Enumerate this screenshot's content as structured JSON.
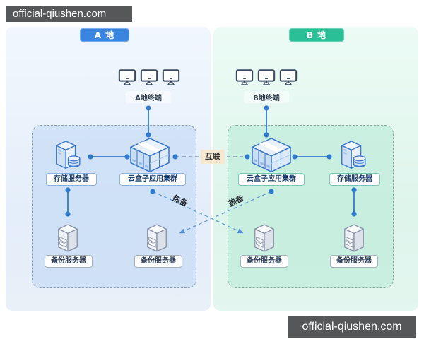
{
  "watermark": {
    "text": "official-qiushen.com"
  },
  "colors": {
    "site_a_accent": "#3a85e0",
    "site_b_accent": "#2abf94",
    "line_blue": "#2e7bd0",
    "hot_standby_line": "#69a2dd",
    "interconnect_line": "#909fb1",
    "interconnect_label_bg": "#f5e7d0",
    "watermark_bg": "#565759"
  },
  "site_a": {
    "badge": "A 地",
    "terminals_label": "A地终端",
    "cluster_label": "云盒子应用集群",
    "storage_label": "存储服务器",
    "backup1_label": "备份服务器",
    "backup2_label": "备份服务器"
  },
  "site_b": {
    "badge": "B 地",
    "terminals_label": "B地终端",
    "cluster_label": "云盒子应用集群",
    "storage_label": "存储服务器",
    "backup1_label": "备份服务器",
    "backup2_label": "备份服务器"
  },
  "connections": {
    "interconnect": "互联",
    "hot_standby_a": "热备",
    "hot_standby_b": "热备"
  }
}
